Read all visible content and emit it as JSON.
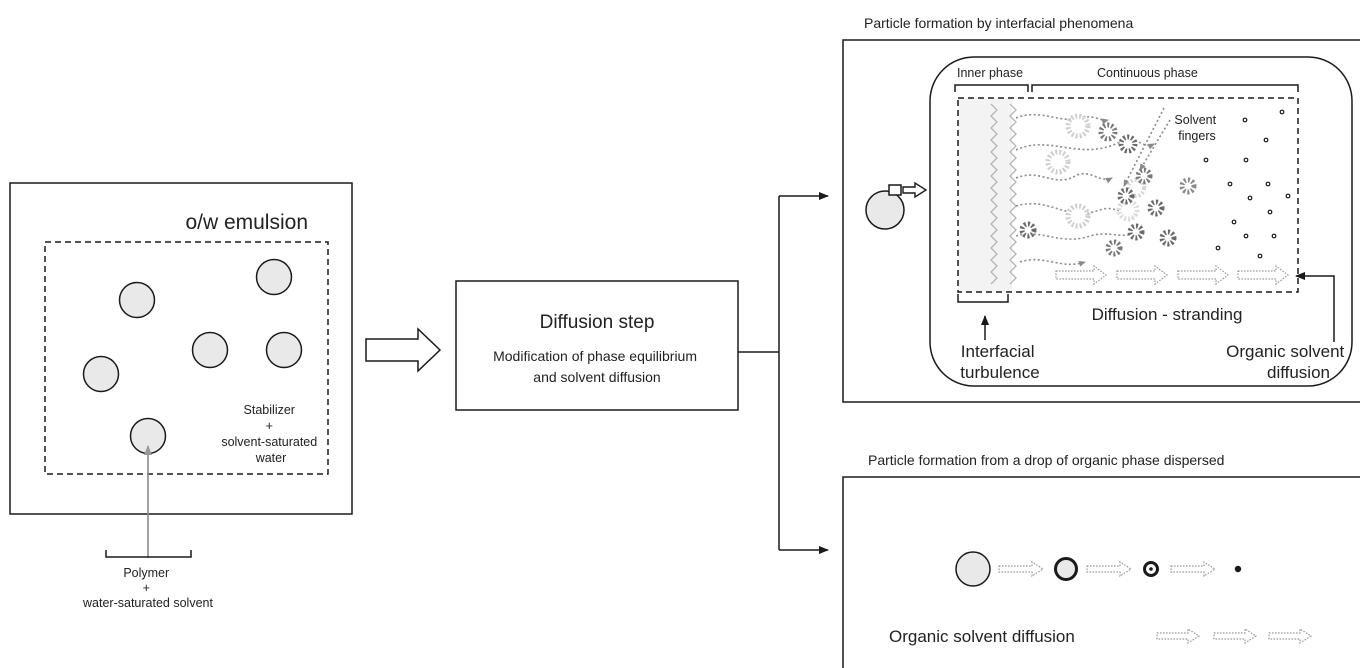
{
  "emulsion_panel": {
    "title": "o/w emulsion",
    "stabilizer_label": [
      "Stabilizer",
      "+",
      "solvent-saturated",
      "water"
    ],
    "polymer_label": [
      "Polymer",
      "+",
      "water-saturated solvent"
    ]
  },
  "diffusion_step": {
    "title": "Diffusion step",
    "description": [
      "Modification of phase equilibrium",
      "and solvent diffusion"
    ]
  },
  "interfacial_panel": {
    "caption": "Particle formation by interfacial phenomena",
    "inner_phase": "Inner phase",
    "continuous_phase": "Continuous phase",
    "solvent_fingers": [
      "Solvent",
      "fingers"
    ],
    "stranding": "Diffusion - stranding",
    "interfacial_turbulence": [
      "Interfacial",
      "turbulence"
    ],
    "organic_solvent_diffusion": [
      "Organic solvent",
      "diffusion"
    ]
  },
  "drop_panel": {
    "caption": "Particle formation from a drop of organic phase dispersed",
    "organic_solvent_diffusion": "Organic solvent diffusion"
  },
  "colors": {
    "stroke": "#1a1a1a",
    "drop_fill": "#e9e9e9",
    "dotted": "#8a8a8a",
    "particle": "#7a7a7a"
  }
}
